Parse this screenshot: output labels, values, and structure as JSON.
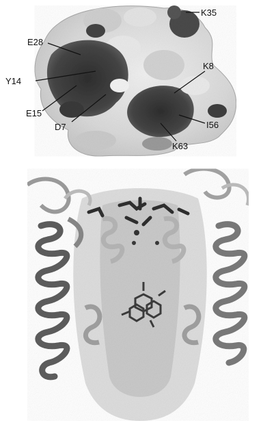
{
  "labels": {
    "k35": "K35",
    "e28": "E28",
    "y14": "Y14",
    "k8": "K8",
    "e15": "E15",
    "d7": "D7",
    "i56": "I56",
    "k63": "K63"
  },
  "colors": {
    "surface_light": "#e7e7e7",
    "surface_mid": "#b8b8b8",
    "surface_dark": "#3a3a3a",
    "ribbon_dark": "#6b6b6b",
    "ribbon_mid": "#a9a9a9",
    "ribbon_light": "#d7d7d7"
  }
}
